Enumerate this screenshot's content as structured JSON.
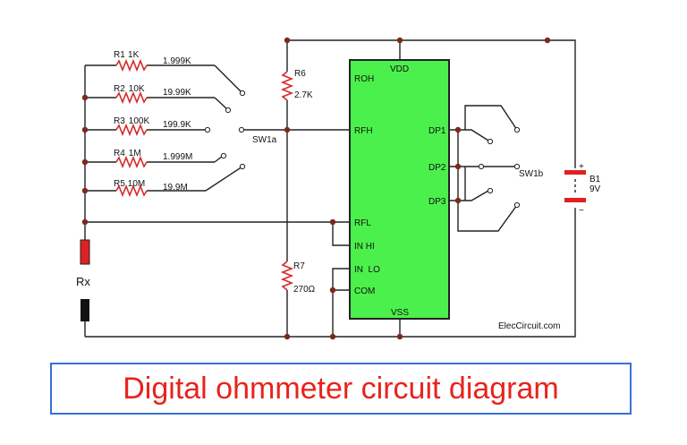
{
  "diagram": {
    "caption": "Digital ohmmeter circuit diagram",
    "watermark": "ElecCircuit.com",
    "resistors": [
      {
        "name": "R1",
        "value": "1K",
        "range": "1.999K"
      },
      {
        "name": "R2",
        "value": "10K",
        "range": "19.99K"
      },
      {
        "name": "R3",
        "value": "100K",
        "range": "199.9K"
      },
      {
        "name": "R4",
        "value": "1M",
        "range": "1.999M"
      },
      {
        "name": "R5",
        "value": "10M",
        "range": "19.9M"
      }
    ],
    "r6": {
      "name": "R6",
      "value": "2.7K"
    },
    "r7": {
      "name": "R7",
      "value": "270Ω"
    },
    "rx_label": "Rx",
    "switch_a": "SW1a",
    "switch_b": "SW1b",
    "battery": {
      "name": "B1",
      "value": "9V",
      "plus": "+",
      "minus": "−"
    },
    "ic_pins": {
      "vdd": "VDD",
      "vss": "VSS",
      "roh": "ROH",
      "rfh": "RFH",
      "rfl": "RFL",
      "in_hi": "IN HI",
      "in_lo": "IN  LO",
      "com": "COM",
      "dp1": "DP1",
      "dp2": "DP2",
      "dp3": "DP3"
    },
    "colors": {
      "ic_fill": "#4cf04c",
      "resistor": "#d62828",
      "caption_text": "#e8231c",
      "caption_border": "#3a6fd8"
    }
  }
}
